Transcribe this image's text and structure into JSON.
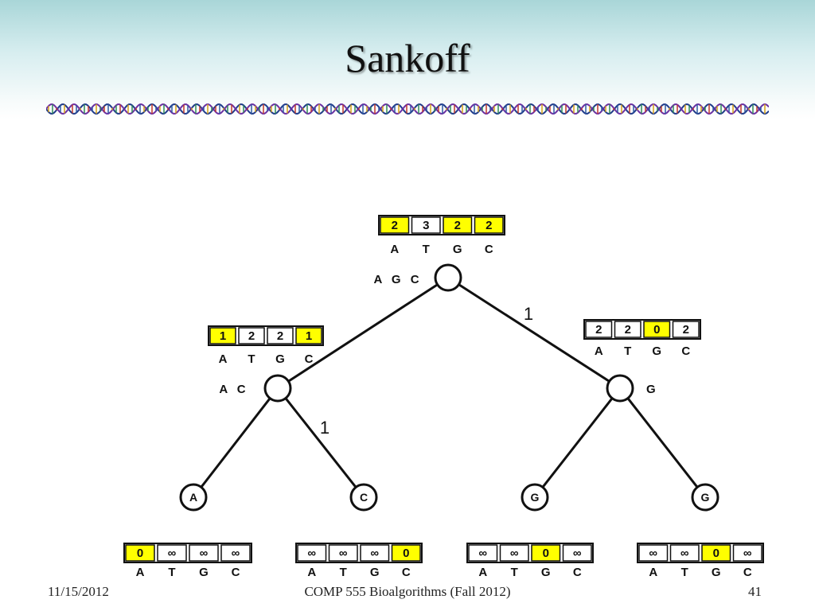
{
  "slide": {
    "title": "Sankoff",
    "footer_date": "11/15/2012",
    "footer_course": "COMP 555 Bioalgorithms (Fall 2012)",
    "page_number": "41"
  },
  "colors": {
    "highlight": "#ffff00",
    "line": "#111111"
  },
  "nodes": {
    "root": {
      "label": "A G C",
      "table": [
        "2",
        "3",
        "2",
        "2"
      ],
      "highlight": [
        true,
        false,
        true,
        true
      ]
    },
    "left": {
      "label": "A C",
      "table": [
        "1",
        "2",
        "2",
        "1"
      ],
      "highlight": [
        true,
        false,
        false,
        true
      ]
    },
    "right": {
      "label": "G",
      "table": [
        "2",
        "2",
        "0",
        "2"
      ],
      "highlight": [
        false,
        false,
        true,
        false
      ]
    },
    "leaf1": {
      "label": "A",
      "table": [
        "0",
        "∞",
        "∞",
        "∞"
      ],
      "highlight": [
        true,
        false,
        false,
        false
      ]
    },
    "leaf2": {
      "label": "C",
      "table": [
        "∞",
        "∞",
        "∞",
        "0"
      ],
      "highlight": [
        false,
        false,
        false,
        true
      ]
    },
    "leaf3": {
      "label": "G",
      "table": [
        "∞",
        "∞",
        "0",
        "∞"
      ],
      "highlight": [
        false,
        false,
        true,
        false
      ]
    },
    "leaf4": {
      "label": "G",
      "table": [
        "∞",
        "∞",
        "0",
        "∞"
      ],
      "highlight": [
        false,
        false,
        true,
        false
      ]
    }
  },
  "bases": [
    "A",
    "T",
    "G",
    "C"
  ],
  "edge_costs": {
    "root_right": "1",
    "left_leaf2": "1"
  }
}
